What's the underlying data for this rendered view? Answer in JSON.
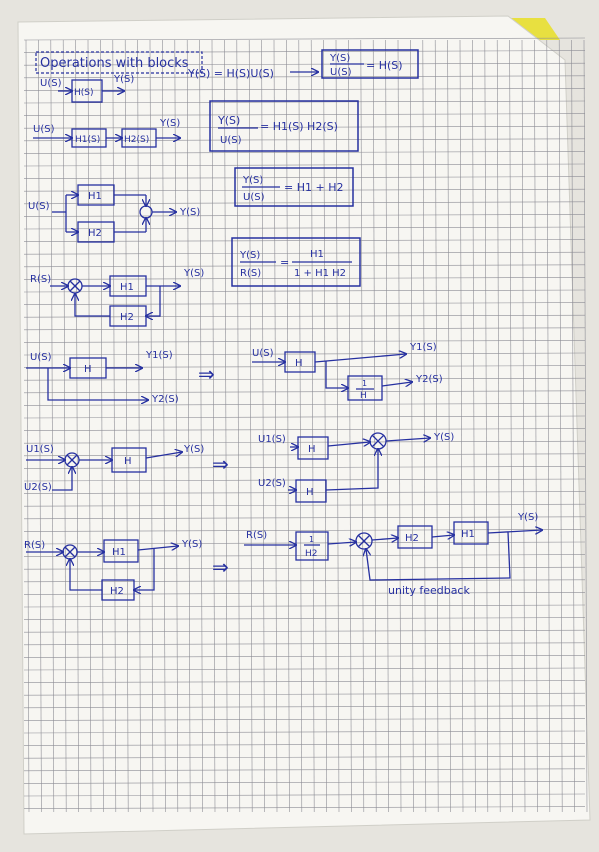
{
  "page": {
    "title": "Operations with blocks",
    "ink_color": "#2630a0",
    "paper_color": "#f7f6f2",
    "grid_color": "#8d8d95",
    "desk_color": "#e6e4de"
  },
  "section_single": {
    "input": "U(S)",
    "block": "H(S)",
    "output": "Y(S)",
    "equation": "Y(S) = H(S)U(S)",
    "boxed_left_num": "Y(S)",
    "boxed_left_den": "U(S)",
    "boxed_right": "= H(S)"
  },
  "section_series": {
    "input": "U(S)",
    "block_1": "H1(S)",
    "block_2": "H2(S)",
    "output": "Y(S)",
    "formula_num": "Y(S)",
    "formula_den": "U(S)",
    "formula_rhs": "= H1(S) H2(S)"
  },
  "section_parallel": {
    "input": "U(S)",
    "block_1": "H1",
    "block_2": "H2",
    "output": "Y(S)",
    "formula_num": "Y(S)",
    "formula_den": "U(S)",
    "formula_rhs": "= H1 + H2"
  },
  "section_feedback": {
    "input": "R(S)",
    "forward": "H1",
    "feedback": "H2",
    "output": "Y(S)",
    "formula_num": "Y(S)",
    "formula_den": "R(S)",
    "formula_eq": "=",
    "rhs_num": "H1",
    "rhs_den": "1 + H1 H2"
  },
  "section_takeoff": {
    "left_input": "U(S)",
    "left_block": "H",
    "left_out_1": "Y1(S)",
    "left_out_2": "Y2(S)",
    "right_input": "U(S)",
    "right_block": "H",
    "right_block_2_num": "1",
    "right_block_2_den": "H",
    "right_out_1": "Y1(S)",
    "right_out_2": "Y2(S)"
  },
  "section_summing": {
    "left_in_1": "U1(S)",
    "left_in_2": "U2(S)",
    "left_block": "H",
    "left_out": "Y(S)",
    "right_in_1": "U1(S)",
    "right_in_2": "U2(S)",
    "right_block_1": "H",
    "right_block_2": "H",
    "right_out": "Y(S)"
  },
  "section_unity": {
    "left_input": "R(S)",
    "left_forward": "H1",
    "left_feedback": "H2",
    "left_output": "Y(S)",
    "right_input": "R(S)",
    "right_pre_num": "1",
    "right_pre_den": "H2",
    "right_block_1": "H2",
    "right_block_2": "H1",
    "right_output": "Y(S)",
    "note": "unity feedback"
  },
  "arrows": {
    "implies_1": "⇒",
    "implies_2": "⇒",
    "implies_3": "⇒",
    "yields": "⟶"
  }
}
